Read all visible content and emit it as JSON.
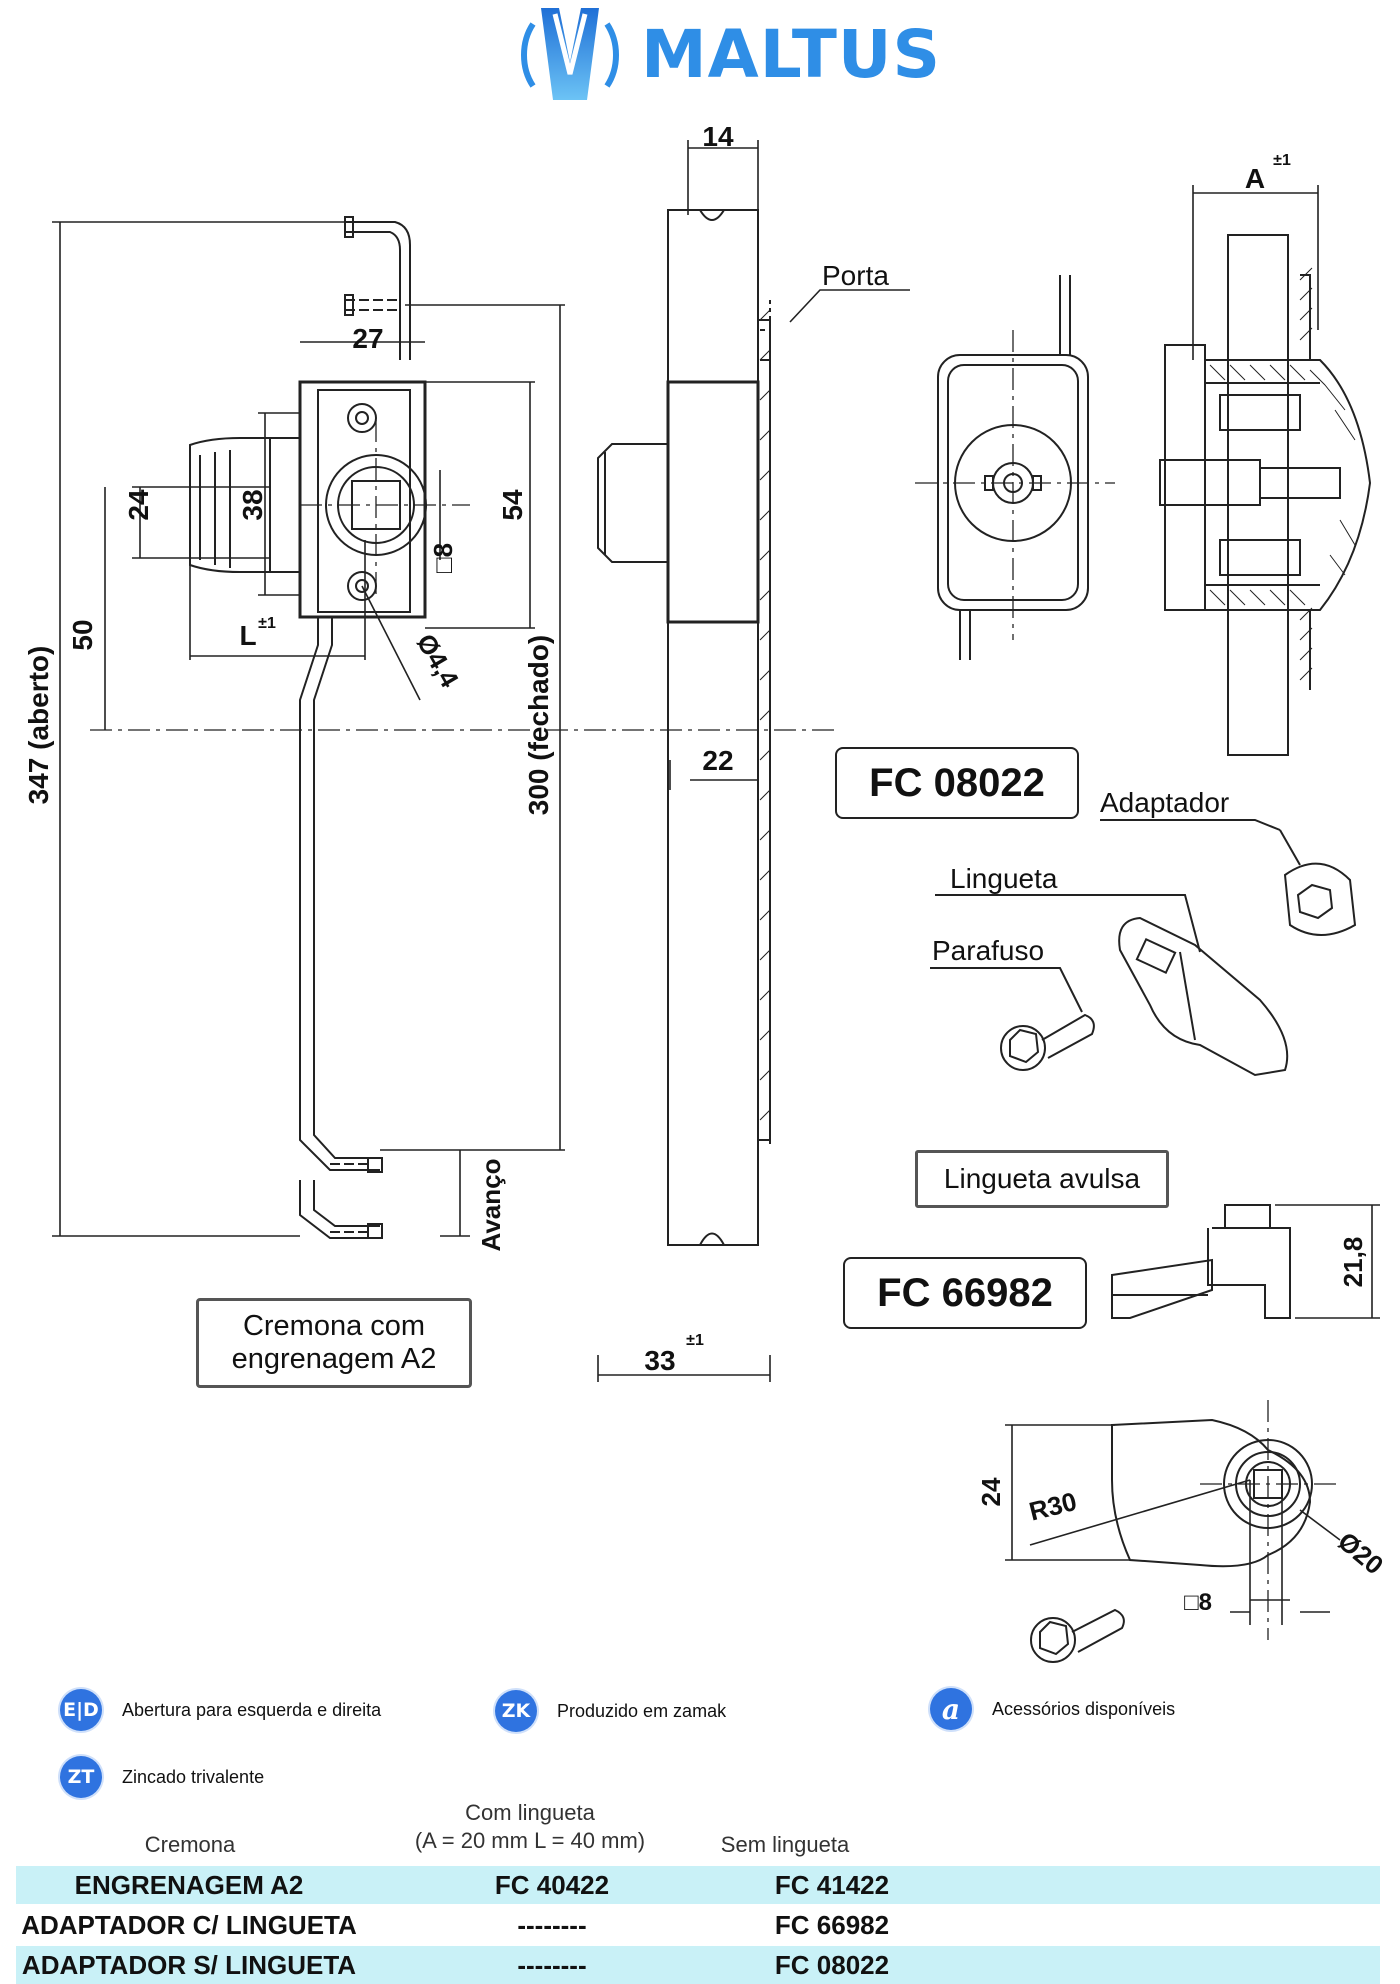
{
  "brand": {
    "name": "MALTUS",
    "color": "#2f8ee6"
  },
  "drawing": {
    "dimensions": {
      "d14": "14",
      "d27": "27",
      "d24a": "24",
      "d38": "38",
      "d54": "54",
      "d8": "□8",
      "d50": "50",
      "dL": "L",
      "dL_tol": "±1",
      "d44": "Ø4,4",
      "d22": "22",
      "d347": "347 (aberto)",
      "d300": "300 (fechado)",
      "avanco": "Avanço",
      "d33": "33",
      "d33_tol": "±1",
      "dA": "A",
      "dA_tol": "±1",
      "d218": "21,8",
      "d24b": "24",
      "r30": "R30",
      "d20": "Ø20",
      "d8b": "□8"
    },
    "labels": {
      "porta": "Porta",
      "adaptador": "Adaptador",
      "lingueta": "Lingueta",
      "parafuso": "Parafuso"
    },
    "code_a": "FC 08022",
    "code_b": "FC 66982",
    "loose_tongue": "Lingueta avulsa",
    "cremona_line1": "Cremona com",
    "cremona_line2": "engrenagem A2"
  },
  "features": [
    {
      "icon": "E|D",
      "icon_name": "left-right-opening-icon",
      "text": "Abertura para esquerda e direita"
    },
    {
      "icon": "ZK",
      "icon_name": "zamak-icon",
      "text": "Produzido em zamak"
    },
    {
      "icon": "a",
      "icon_name": "accessories-icon",
      "text": "Acessórios disponíveis"
    },
    {
      "icon": "ZT",
      "icon_name": "zinc-plated-icon",
      "text": "Zincado trivalente"
    }
  ],
  "table": {
    "headers": [
      "Cremona",
      "Com lingueta",
      "(A = 20 mm L = 40 mm)",
      "Sem lingueta"
    ],
    "rows": [
      [
        "ENGRENAGEM A2",
        "FC 40422",
        "FC 41422"
      ],
      [
        "ADAPTADOR C/ LINGUETA",
        "--------",
        "FC 66982"
      ],
      [
        "ADAPTADOR S/ LINGUETA",
        "--------",
        "FC 08022"
      ]
    ],
    "shade_color": "#c9f1f7"
  }
}
